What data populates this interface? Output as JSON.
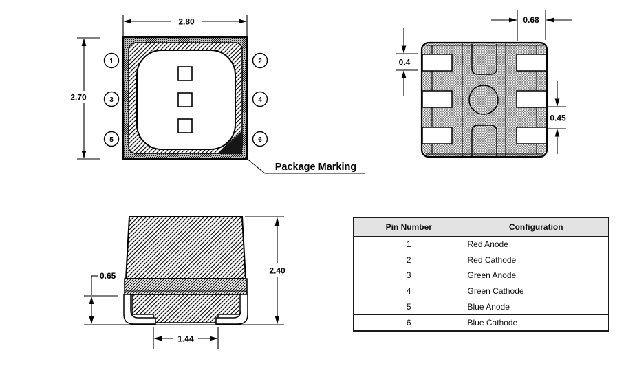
{
  "drawing": {
    "top_view": {
      "dim_width": "2.80",
      "dim_height": "2.70",
      "marking_label": "Package Marking",
      "pins": [
        "1",
        "2",
        "3",
        "4",
        "5",
        "6"
      ]
    },
    "bottom_view": {
      "dim_pad_width": "0.68",
      "dim_pad_height": "0.4",
      "dim_pad_gap": "0.45"
    },
    "side_view": {
      "dim_total_height": "2.40",
      "dim_lead_height": "0.65",
      "dim_bottom_pad_width": "1.44"
    }
  },
  "pin_table": {
    "headers": [
      "Pin Number",
      "Configuration"
    ],
    "rows": [
      {
        "pin": "1",
        "config": "Red Anode"
      },
      {
        "pin": "2",
        "config": "Red Cathode"
      },
      {
        "pin": "3",
        "config": "Green Anode"
      },
      {
        "pin": "4",
        "config": "Green Cathode"
      },
      {
        "pin": "5",
        "config": "Blue Anode"
      },
      {
        "pin": "6",
        "config": "Blue Cathode"
      }
    ]
  },
  "colors": {
    "line": "#000000",
    "table_header_bg": "#e3e3e3",
    "marking_fill": "#161616",
    "background": "#ffffff"
  }
}
